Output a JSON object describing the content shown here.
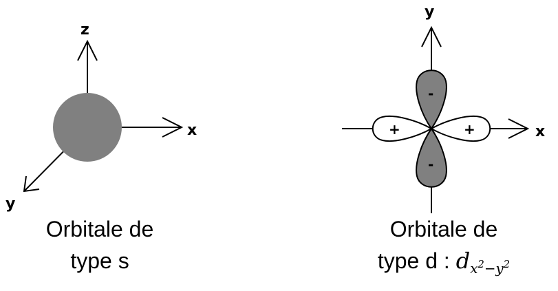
{
  "s_orbital": {
    "axes": {
      "z": "z",
      "x": "x",
      "y": "y"
    },
    "caption_line1": "Orbitale de",
    "caption_line2": "type s",
    "fill_color": "#808080"
  },
  "d_orbital": {
    "axes": {
      "y": "y",
      "x": "x"
    },
    "signs": {
      "upper_lobe": "-",
      "lower_lobe": "-",
      "left_lobe": "+",
      "right_lobe": "+"
    },
    "caption_line1": "Orbitale de",
    "caption_line2": "type d : ",
    "symbol": {
      "base": "d",
      "sub_x": "x",
      "sup1": "2",
      "minus": "−",
      "sub_y": "y",
      "sup2": "2"
    },
    "shaded_color": "#808080",
    "open_color": "#ffffff"
  }
}
